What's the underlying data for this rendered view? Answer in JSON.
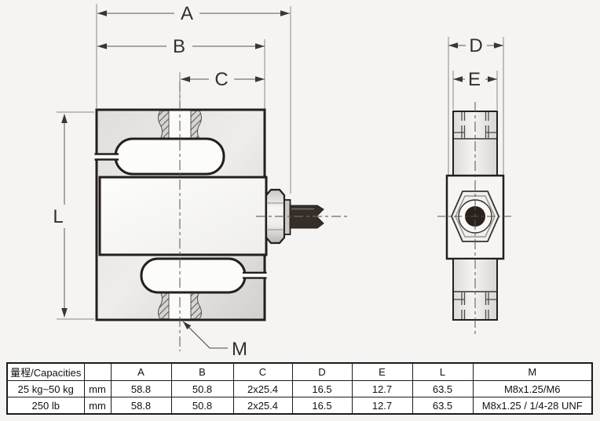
{
  "title": "S-type load cell dimension drawing",
  "labels": {
    "A": "A",
    "B": "B",
    "C": "C",
    "D": "D",
    "E": "E",
    "L": "L",
    "M": "M"
  },
  "table": {
    "header": [
      "量程/Capacities",
      "",
      "A",
      "B",
      "C",
      "D",
      "E",
      "L",
      "M"
    ],
    "rows": [
      [
        "25 kg~50 kg",
        "mm",
        "58.8",
        "50.8",
        "2x25.4",
        "16.5",
        "12.7",
        "63.5",
        "M8x1.25/M6"
      ],
      [
        "250 lb",
        "mm",
        "58.8",
        "50.8",
        "2x25.4",
        "16.5",
        "12.7",
        "63.5",
        "M8x1.25 / 1/4-28 UNF"
      ]
    ]
  },
  "colors": {
    "background": "#f5f4f2",
    "outline": "#241f1c",
    "dimension_line": "#5a5651",
    "body_fill_light": "#ebeae8",
    "body_fill_dark": "#d6d4d2",
    "hole_fill": "#fbfbfa",
    "cable": "#342d28",
    "center_hole": "#2b211c"
  }
}
